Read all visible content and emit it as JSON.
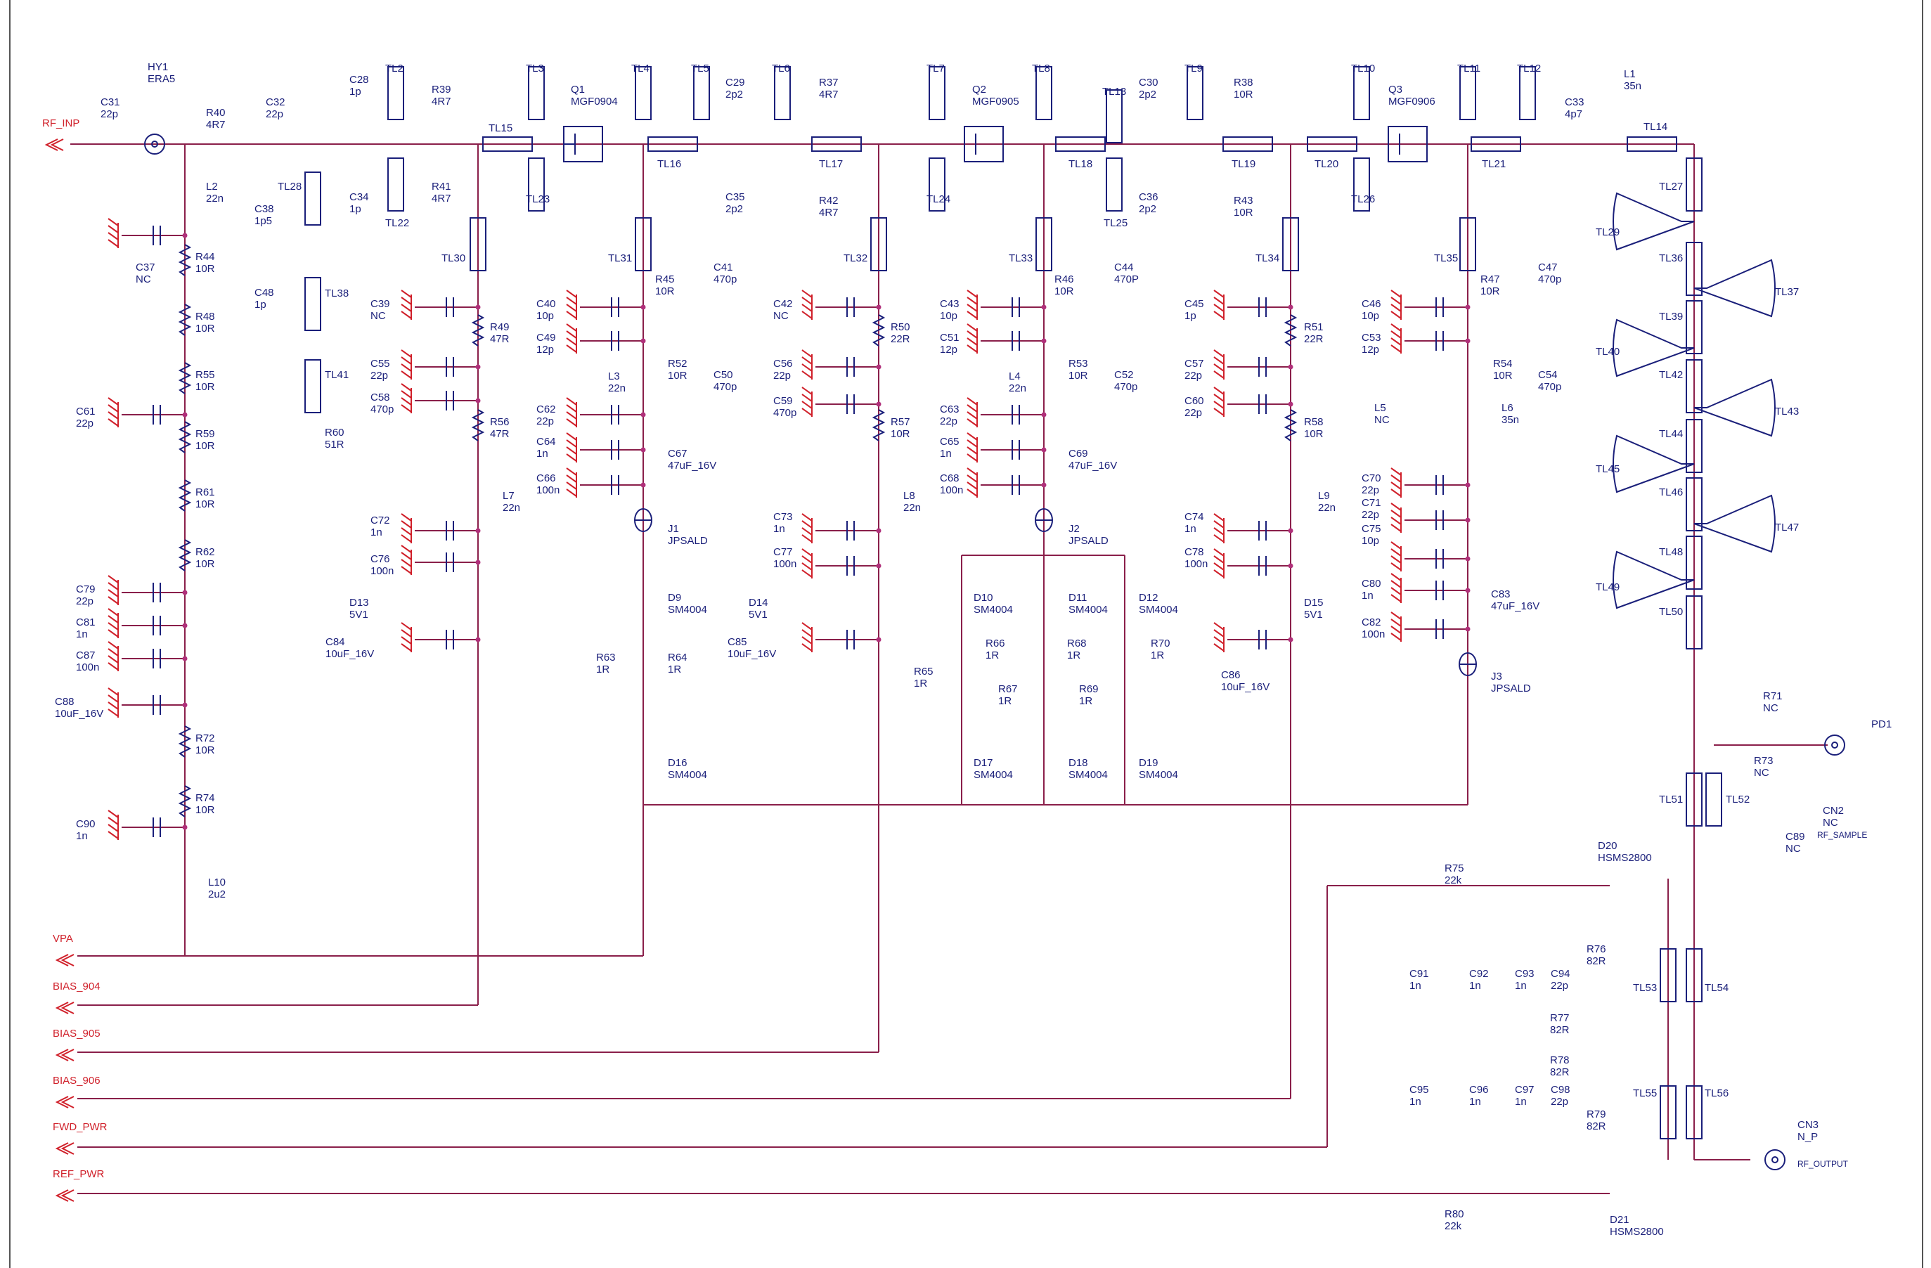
{
  "nets": {
    "rf_inp": "RF_INP",
    "vpa": "VPA",
    "bias_904": "BIAS_904",
    "bias_905": "BIAS_905",
    "bias_906": "BIAS_906",
    "fwd_pwr": "FWD_PWR",
    "ref_pwr": "REF_PWR",
    "rf_sample": "RF_SAMPLE",
    "rf_output": "RF_OUTPUT"
  },
  "components": [
    {
      "ref": "HY1",
      "value": "ERA5"
    },
    {
      "ref": "C31",
      "value": "22p"
    },
    {
      "ref": "R40",
      "value": "4R7"
    },
    {
      "ref": "C32",
      "value": "22p"
    },
    {
      "ref": "L2",
      "value": "22n"
    },
    {
      "ref": "C37",
      "value": "NC"
    },
    {
      "ref": "R44",
      "value": "10R"
    },
    {
      "ref": "R48",
      "value": "10R"
    },
    {
      "ref": "R55",
      "value": "10R"
    },
    {
      "ref": "C61",
      "value": "22p"
    },
    {
      "ref": "R59",
      "value": "10R"
    },
    {
      "ref": "R61",
      "value": "10R"
    },
    {
      "ref": "R62",
      "value": "10R"
    },
    {
      "ref": "C79",
      "value": "22p"
    },
    {
      "ref": "C81",
      "value": "1n"
    },
    {
      "ref": "C87",
      "value": "100n"
    },
    {
      "ref": "C88",
      "value": "10uF_16V"
    },
    {
      "ref": "R72",
      "value": "10R"
    },
    {
      "ref": "R74",
      "value": "10R"
    },
    {
      "ref": "C90",
      "value": "1n"
    },
    {
      "ref": "L10",
      "value": "2u2"
    },
    {
      "ref": "C28",
      "value": "1p"
    },
    {
      "ref": "C34",
      "value": "1p"
    },
    {
      "ref": "C38",
      "value": "1p5"
    },
    {
      "ref": "C48",
      "value": "1p"
    },
    {
      "ref": "R60",
      "value": "51R"
    },
    {
      "ref": "R39",
      "value": "4R7"
    },
    {
      "ref": "R41",
      "value": "4R7"
    },
    {
      "ref": "C39",
      "value": "NC"
    },
    {
      "ref": "R49",
      "value": "47R"
    },
    {
      "ref": "C55",
      "value": "22p"
    },
    {
      "ref": "C58",
      "value": "470p"
    },
    {
      "ref": "R56",
      "value": "47R"
    },
    {
      "ref": "L7",
      "value": "22n"
    },
    {
      "ref": "C72",
      "value": "1n"
    },
    {
      "ref": "C76",
      "value": "100n"
    },
    {
      "ref": "D13",
      "value": "5V1"
    },
    {
      "ref": "C84",
      "value": "10uF_16V"
    },
    {
      "ref": "Q1",
      "value": "MGF0904"
    },
    {
      "ref": "C40",
      "value": "10p"
    },
    {
      "ref": "C49",
      "value": "12p"
    },
    {
      "ref": "R45",
      "value": "10R"
    },
    {
      "ref": "C41",
      "value": "470p"
    },
    {
      "ref": "R52",
      "value": "10R"
    },
    {
      "ref": "C50",
      "value": "470p"
    },
    {
      "ref": "L3",
      "value": "22n"
    },
    {
      "ref": "C62",
      "value": "22p"
    },
    {
      "ref": "C64",
      "value": "1n"
    },
    {
      "ref": "C66",
      "value": "100n"
    },
    {
      "ref": "C67",
      "value": "47uF_16V"
    },
    {
      "ref": "J1",
      "value": "JPSALD"
    },
    {
      "ref": "D9",
      "value": "SM4004"
    },
    {
      "ref": "R63",
      "value": "1R"
    },
    {
      "ref": "R64",
      "value": "1R"
    },
    {
      "ref": "D16",
      "value": "SM4004"
    },
    {
      "ref": "C29",
      "value": "2p2"
    },
    {
      "ref": "C35",
      "value": "2p2"
    },
    {
      "ref": "R37",
      "value": "4R7"
    },
    {
      "ref": "R42",
      "value": "4R7"
    },
    {
      "ref": "C42",
      "value": "NC"
    },
    {
      "ref": "R50",
      "value": "22R"
    },
    {
      "ref": "C56",
      "value": "22p"
    },
    {
      "ref": "C59",
      "value": "470p"
    },
    {
      "ref": "R57",
      "value": "10R"
    },
    {
      "ref": "L8",
      "value": "22n"
    },
    {
      "ref": "C73",
      "value": "1n"
    },
    {
      "ref": "C77",
      "value": "100n"
    },
    {
      "ref": "D14",
      "value": "5V1"
    },
    {
      "ref": "C85",
      "value": "10uF_16V"
    },
    {
      "ref": "Q2",
      "value": "MGF0905"
    },
    {
      "ref": "C43",
      "value": "10p"
    },
    {
      "ref": "C51",
      "value": "12p"
    },
    {
      "ref": "R46",
      "value": "10R"
    },
    {
      "ref": "C44",
      "value": "470P"
    },
    {
      "ref": "R53",
      "value": "10R"
    },
    {
      "ref": "C52",
      "value": "470p"
    },
    {
      "ref": "L4",
      "value": "22n"
    },
    {
      "ref": "C63",
      "value": "22p"
    },
    {
      "ref": "C65",
      "value": "1n"
    },
    {
      "ref": "C68",
      "value": "100n"
    },
    {
      "ref": "C69",
      "value": "47uF_16V"
    },
    {
      "ref": "J2",
      "value": "JPSALD"
    },
    {
      "ref": "D10",
      "value": "SM4004"
    },
    {
      "ref": "D11",
      "value": "SM4004"
    },
    {
      "ref": "D12",
      "value": "SM4004"
    },
    {
      "ref": "R65",
      "value": "1R"
    },
    {
      "ref": "R66",
      "value": "1R"
    },
    {
      "ref": "R67",
      "value": "1R"
    },
    {
      "ref": "R68",
      "value": "1R"
    },
    {
      "ref": "R69",
      "value": "1R"
    },
    {
      "ref": "R70",
      "value": "1R"
    },
    {
      "ref": "D17",
      "value": "SM4004"
    },
    {
      "ref": "D18",
      "value": "SM4004"
    },
    {
      "ref": "D19",
      "value": "SM4004"
    },
    {
      "ref": "C30",
      "value": "2p2"
    },
    {
      "ref": "C36",
      "value": "2p2"
    },
    {
      "ref": "R38",
      "value": "10R"
    },
    {
      "ref": "R43",
      "value": "10R"
    },
    {
      "ref": "C45",
      "value": "1p"
    },
    {
      "ref": "R51",
      "value": "22R"
    },
    {
      "ref": "C57",
      "value": "22p"
    },
    {
      "ref": "C60",
      "value": "22p"
    },
    {
      "ref": "R58",
      "value": "10R"
    },
    {
      "ref": "L9",
      "value": "22n"
    },
    {
      "ref": "C74",
      "value": "1n"
    },
    {
      "ref": "C78",
      "value": "100n"
    },
    {
      "ref": "D15",
      "value": "5V1"
    },
    {
      "ref": "C86",
      "value": "10uF_16V"
    },
    {
      "ref": "Q3",
      "value": "MGF0906"
    },
    {
      "ref": "C46",
      "value": "10p"
    },
    {
      "ref": "C53",
      "value": "12p"
    },
    {
      "ref": "R47",
      "value": "10R"
    },
    {
      "ref": "C47",
      "value": "470p"
    },
    {
      "ref": "R54",
      "value": "10R"
    },
    {
      "ref": "C54",
      "value": "470p"
    },
    {
      "ref": "L5",
      "value": "NC"
    },
    {
      "ref": "L6",
      "value": "35n"
    },
    {
      "ref": "C70",
      "value": "22p"
    },
    {
      "ref": "C71",
      "value": "22p"
    },
    {
      "ref": "C75",
      "value": "10p"
    },
    {
      "ref": "C80",
      "value": "1n"
    },
    {
      "ref": "C82",
      "value": "100n"
    },
    {
      "ref": "C83",
      "value": "47uF_16V"
    },
    {
      "ref": "J3",
      "value": "JPSALD"
    },
    {
      "ref": "C33",
      "value": "4p7"
    },
    {
      "ref": "L1",
      "value": "35n"
    },
    {
      "ref": "R71",
      "value": "NC"
    },
    {
      "ref": "R73",
      "value": "NC"
    },
    {
      "ref": "C89",
      "value": "NC"
    },
    {
      "ref": "CN2",
      "value": "NC"
    },
    {
      "ref": "PD1",
      "value": ""
    },
    {
      "ref": "R75",
      "value": "22k"
    },
    {
      "ref": "D20",
      "value": "HSMS2800"
    },
    {
      "ref": "R76",
      "value": "82R"
    },
    {
      "ref": "C91",
      "value": "1n"
    },
    {
      "ref": "C92",
      "value": "1n"
    },
    {
      "ref": "C93",
      "value": "1n"
    },
    {
      "ref": "C94",
      "value": "22p"
    },
    {
      "ref": "R77",
      "value": "82R"
    },
    {
      "ref": "R78",
      "value": "82R"
    },
    {
      "ref": "C95",
      "value": "1n"
    },
    {
      "ref": "C96",
      "value": "1n"
    },
    {
      "ref": "C97",
      "value": "1n"
    },
    {
      "ref": "C98",
      "value": "22p"
    },
    {
      "ref": "R79",
      "value": "82R"
    },
    {
      "ref": "R80",
      "value": "22k"
    },
    {
      "ref": "D21",
      "value": "HSMS2800"
    },
    {
      "ref": "CN3",
      "value": "N_P"
    }
  ],
  "transmission_lines": [
    "TL2",
    "TL3",
    "TL4",
    "TL5",
    "TL6",
    "TL7",
    "TL8",
    "TL9",
    "TL10",
    "TL11",
    "TL12",
    "TL13",
    "TL14",
    "TL15",
    "TL16",
    "TL17",
    "TL18",
    "TL19",
    "TL20",
    "TL21",
    "TL22",
    "TL23",
    "TL24",
    "TL25",
    "TL26",
    "TL27",
    "TL28",
    "TL29",
    "TL30",
    "TL31",
    "TL32",
    "TL33",
    "TL34",
    "TL35",
    "TL36",
    "TL37",
    "TL38",
    "TL39",
    "TL40",
    "TL41",
    "TL42",
    "TL43",
    "TL44",
    "TL45",
    "TL46",
    "TL47",
    "TL48",
    "TL49",
    "TL50",
    "TL51",
    "TL52",
    "TL53",
    "TL54",
    "TL55",
    "TL56"
  ],
  "colors": {
    "wire": "#8a1f4a",
    "component": "#1a1f7a",
    "net_label": "#d0202a",
    "ground": "#d0202a",
    "junction": "#b0307a"
  }
}
